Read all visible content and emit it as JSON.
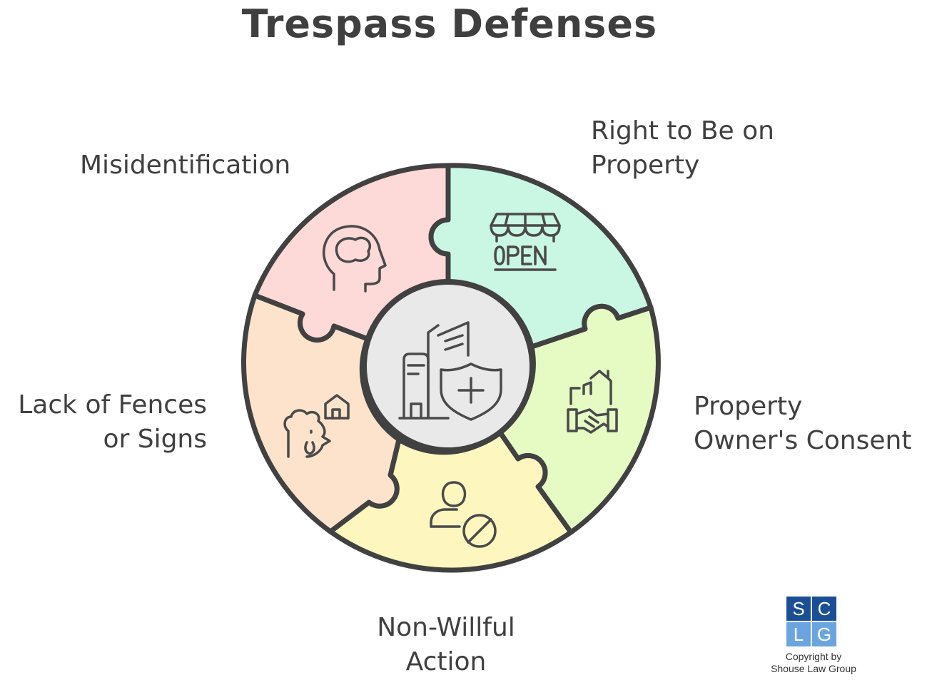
{
  "title": "Trespass Defenses",
  "segments": [
    {
      "id": "misidentification",
      "lines": [
        "Misidentification"
      ],
      "icon": "head-brain-icon",
      "color": "#fdd9d7"
    },
    {
      "id": "right-to-be-on-property",
      "lines": [
        "Right to Be on",
        "Property"
      ],
      "icon": "open-store-icon",
      "color": "#c9f7e3"
    },
    {
      "id": "property-owners-consent",
      "lines": [
        "Property",
        "Owner's Consent"
      ],
      "icon": "handshake-house-icon",
      "color": "#e6fbc4"
    },
    {
      "id": "non-willful-action",
      "lines": [
        "Non-Willful",
        "Action"
      ],
      "icon": "user-blocked-icon",
      "color": "#fdf7bf"
    },
    {
      "id": "lack-of-fences-or-signs",
      "lines": [
        "Lack of Fences",
        "or Signs"
      ],
      "icon": "chicken-coop-icon",
      "color": "#fde3cc"
    }
  ],
  "center": {
    "icon": "buildings-shield-icon",
    "color": "#e9e9e9"
  },
  "logo": {
    "letters": [
      "S",
      "C",
      "L",
      "G"
    ],
    "colors": [
      "#1a4f96",
      "#1a4f96",
      "#6aa5e0",
      "#6aa5e0"
    ]
  },
  "copyright": [
    "Copyright by",
    "Shouse Law Group"
  ]
}
